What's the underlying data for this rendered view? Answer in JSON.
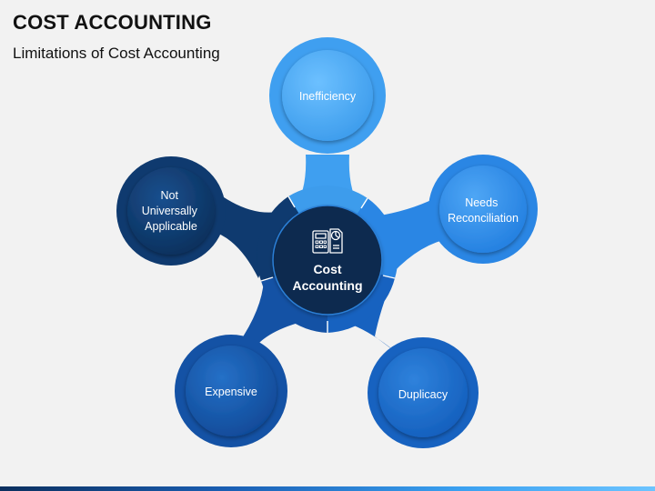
{
  "slide": {
    "title": "COST ACCOUNTING",
    "subtitle": "Limitations of Cost Accounting"
  },
  "center": {
    "line1": "Cost",
    "line2": "Accounting",
    "icon": "calculator-document-chart-icon"
  },
  "nodes": [
    {
      "id": "inefficiency",
      "lines": [
        "Inefficiency"
      ]
    },
    {
      "id": "needs-reconciliation",
      "lines": [
        "Needs",
        "Reconciliation"
      ]
    },
    {
      "id": "duplicacy",
      "lines": [
        "Duplicacy"
      ]
    },
    {
      "id": "expensive",
      "lines": [
        "Expensive"
      ]
    },
    {
      "id": "not-universally-applicable",
      "lines": [
        "Not",
        "Universally",
        "Applicable"
      ]
    }
  ],
  "colors": {
    "background": "#f2f2f2",
    "center_disc": "#0e2a4f",
    "ring": "#1f78d1",
    "inefficiency": "#4aa8f2",
    "needs_reconciliation": "#2f8ae6",
    "duplicacy": "#1a65c4",
    "expensive": "#1553a6",
    "not_universally_applicable": "#0f3a6e"
  }
}
